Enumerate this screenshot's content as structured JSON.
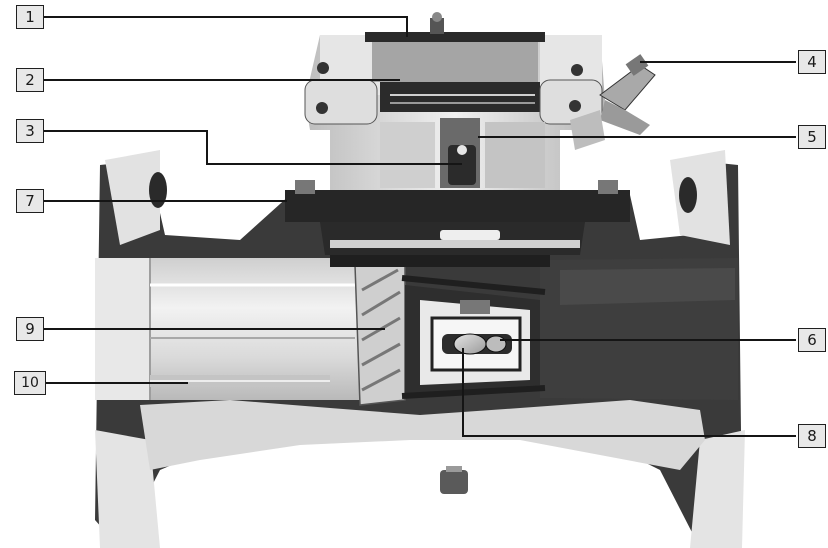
{
  "figure": {
    "subject": "cutaway flow meter housing with numbered part callouts",
    "colors": {
      "background": "#ffffff",
      "housing": "#3a3a3a",
      "housing_dark": "#252525",
      "inner": "#d9d9d9",
      "light": "#eeeeee",
      "line": "#151515"
    }
  },
  "callouts": [
    "1",
    "2",
    "3",
    "4",
    "5",
    "6",
    "7",
    "8",
    "9",
    "10"
  ]
}
